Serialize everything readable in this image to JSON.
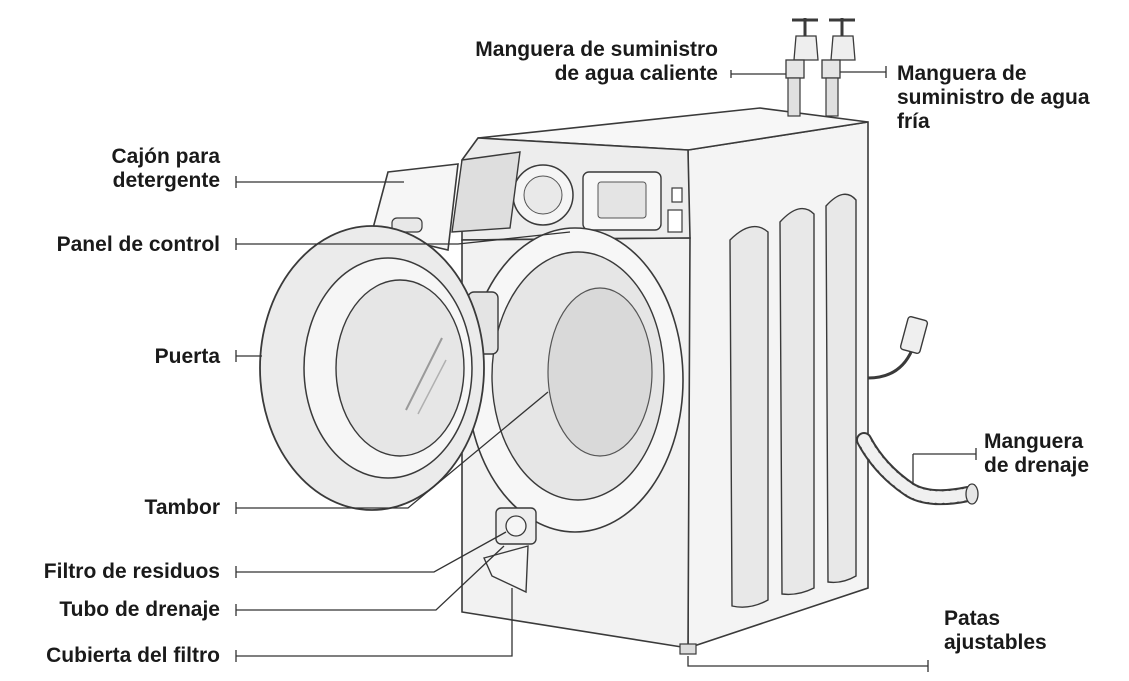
{
  "labels": {
    "hot_hose": [
      "Manguera de suministro",
      "de agua caliente"
    ],
    "cold_hose": [
      "Manguera de",
      "suministro de agua",
      "fría"
    ],
    "detergent": [
      "Cajón para",
      "detergente"
    ],
    "control_panel": [
      "Panel de control"
    ],
    "door": [
      "Puerta"
    ],
    "drum": [
      "Tambor"
    ],
    "debris_filter": [
      "Filtro de residuos"
    ],
    "drain_tube": [
      "Tubo de drenaje"
    ],
    "filter_cover": [
      "Cubierta del filtro"
    ],
    "drain_hose": [
      "Manguera",
      "de drenaje"
    ],
    "feet": [
      "Patas",
      "ajustables"
    ]
  },
  "colors": {
    "line": "#333333",
    "outline": "#3a3a3a",
    "body_fill": "#f2f2f2",
    "glass_fill": "#e6e6e6",
    "text": "#1a1a1a"
  }
}
